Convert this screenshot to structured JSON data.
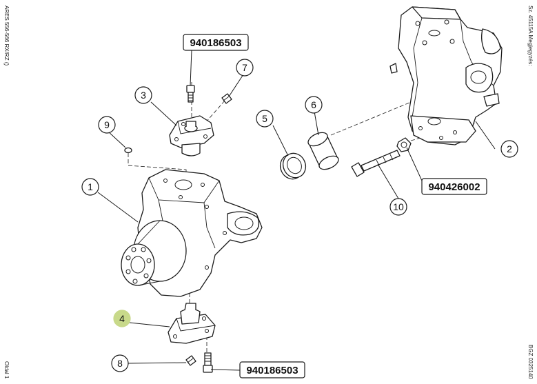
{
  "margin": {
    "left_text": "ARES 556-566 RX/RZ ()",
    "right_top_text": "Sz. 45115A  Megjegyzés:",
    "right_bottom_text": "BGZ 0325140",
    "left_bottom_text": "Oldal 1"
  },
  "callouts": [
    {
      "id": "1",
      "label": "1"
    },
    {
      "id": "2",
      "label": "2"
    },
    {
      "id": "3",
      "label": "3"
    },
    {
      "id": "4",
      "label": "4",
      "highlight_color": "#c8d98a"
    },
    {
      "id": "5",
      "label": "5"
    },
    {
      "id": "6",
      "label": "6"
    },
    {
      "id": "7",
      "label": "7"
    },
    {
      "id": "8",
      "label": "8"
    },
    {
      "id": "9",
      "label": "9"
    },
    {
      "id": "10",
      "label": "10"
    }
  ],
  "part_numbers": [
    {
      "id": "pn-top",
      "label": "940186503"
    },
    {
      "id": "pn-right",
      "label": "940426002"
    },
    {
      "id": "pn-bottom",
      "label": "940186503"
    }
  ],
  "colors": {
    "line": "#1a1a1a",
    "highlight": "#c8d98a",
    "callout_fill": "#ffffff"
  }
}
